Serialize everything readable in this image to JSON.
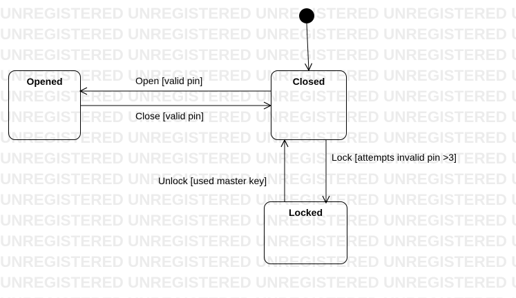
{
  "watermark": {
    "text": "UNREGISTERED"
  },
  "states": {
    "opened": {
      "label": "Opened"
    },
    "closed": {
      "label": "Closed"
    },
    "locked": {
      "label": "Locked"
    }
  },
  "transitions": {
    "open": {
      "label": "Open [valid pin]"
    },
    "close": {
      "label": "Close [valid pin]"
    },
    "lock": {
      "label": "Lock [attempts invalid pin >3]"
    },
    "unlock": {
      "label": "Unlock [used master key]"
    }
  }
}
